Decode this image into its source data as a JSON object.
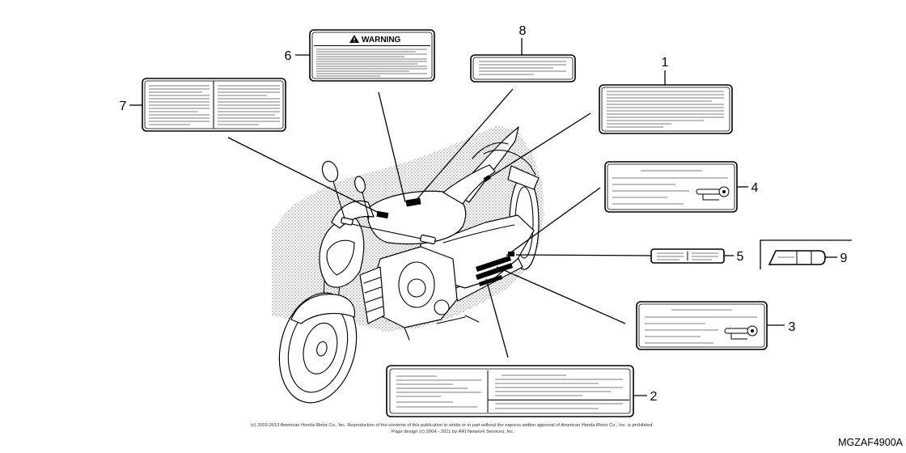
{
  "callouts": [
    "1",
    "2",
    "3",
    "4",
    "5",
    "6",
    "7",
    "8",
    "9"
  ],
  "warning_label": {
    "header": "WARNING"
  },
  "diagram_code": "MGZAF4900A",
  "copyright": {
    "line1": "(c) 2003-2013 American Honda Motor Co., Inc. Reproduction of the contents of this publication in whole or in part without the express written approval of American Honda Motor Co., Inc. is prohibited.",
    "line2": "Page design (c) 2004 - 2011 by ARI Network Services, Inc."
  },
  "icons": {
    "warning": "warning-triangle-icon",
    "label_pictogram": "tool-pictogram-icon"
  },
  "colors": {
    "ink": "#000000",
    "stipple": "#6f6f6f",
    "label_text_line": "#7d7d7d",
    "background": "#ffffff"
  }
}
